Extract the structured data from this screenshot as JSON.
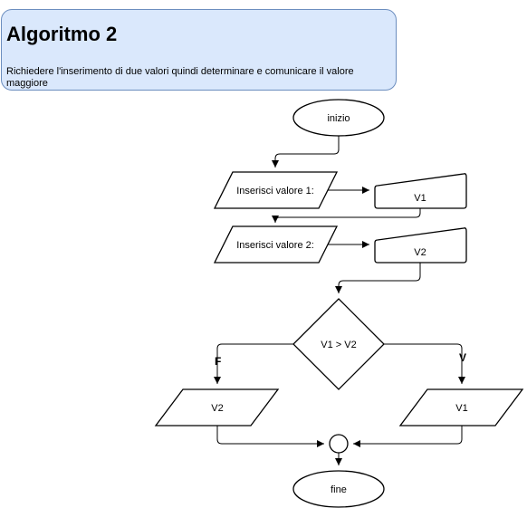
{
  "header": {
    "title": "Algoritmo 2",
    "description": "Richiedere l'inserimento di due valori quindi determinare e comunicare il valore maggiore"
  },
  "flowchart": {
    "start_label": "inizio",
    "input1_prompt": "Inserisci valore 1:",
    "input1_var": "V1",
    "input2_prompt": "Inserisci valore 2:",
    "input2_var": "V2",
    "decision_label": "V1 > V2",
    "false_label": "F",
    "true_label": "V",
    "output_false": "V2",
    "output_true": "V1",
    "end_label": "fine"
  },
  "colors": {
    "header_fill": "#dae8fc",
    "header_stroke": "#6c8ebf",
    "stroke": "#000000"
  }
}
